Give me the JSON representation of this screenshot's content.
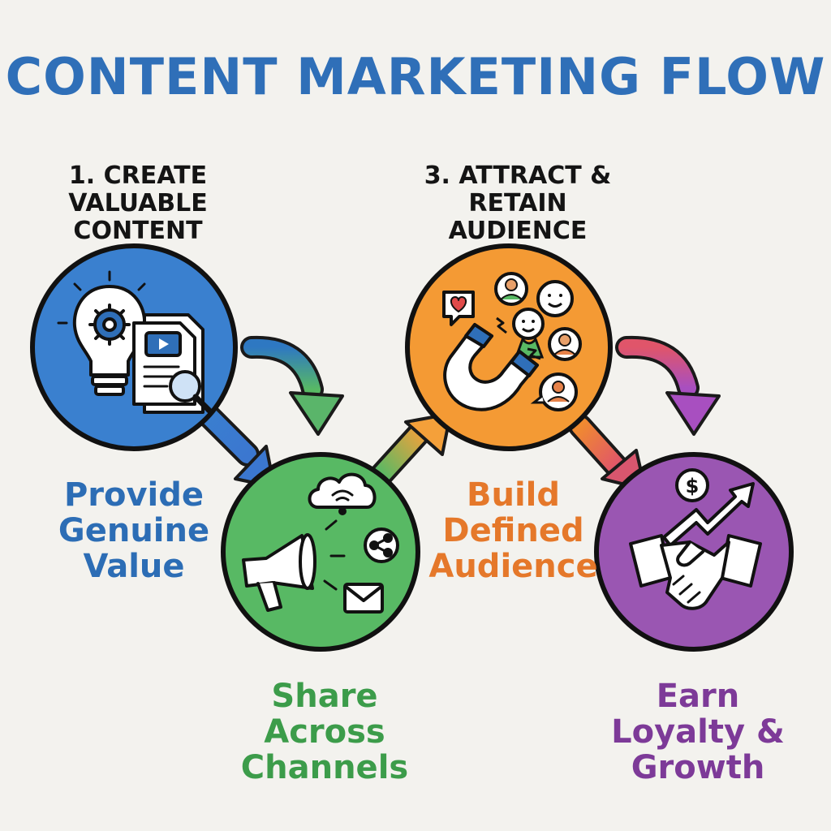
{
  "title": "CONTENT MARKETING FLOW",
  "steps": [
    {
      "heading": [
        "1. CREATE",
        "VALUABLE",
        "CONTENT"
      ],
      "caption": [
        "Provide",
        "Genuine",
        "Value"
      ],
      "color": "#3a80cf",
      "text_color": "#2c6db5",
      "icons": [
        "lightbulb-gear-icon",
        "document-video-icon",
        "magnifier-icon"
      ]
    },
    {
      "caption": [
        "Share",
        "Across",
        "Channels"
      ],
      "color": "#58b964",
      "text_color": "#3c9c4a",
      "icons": [
        "cloud-wifi-icon",
        "megaphone-icon",
        "share-icon",
        "envelope-icon"
      ]
    },
    {
      "heading": [
        "3. ATTRACT &",
        "RETAIN",
        "AUDIENCE"
      ],
      "caption": [
        "Build",
        "Defined",
        "Audience"
      ],
      "color": "#f49a34",
      "text_color": "#e5782a",
      "icons": [
        "magnet-icon",
        "heart-chat-icon",
        "people-icon",
        "user-chat-icon"
      ]
    },
    {
      "caption": [
        "Earn",
        "Loyalty &",
        "Growth"
      ],
      "color": "#9a56b2",
      "text_color": "#7d3a98",
      "icons": [
        "dollar-coin-icon",
        "growth-arrow-icon",
        "handshake-icon"
      ]
    }
  ]
}
